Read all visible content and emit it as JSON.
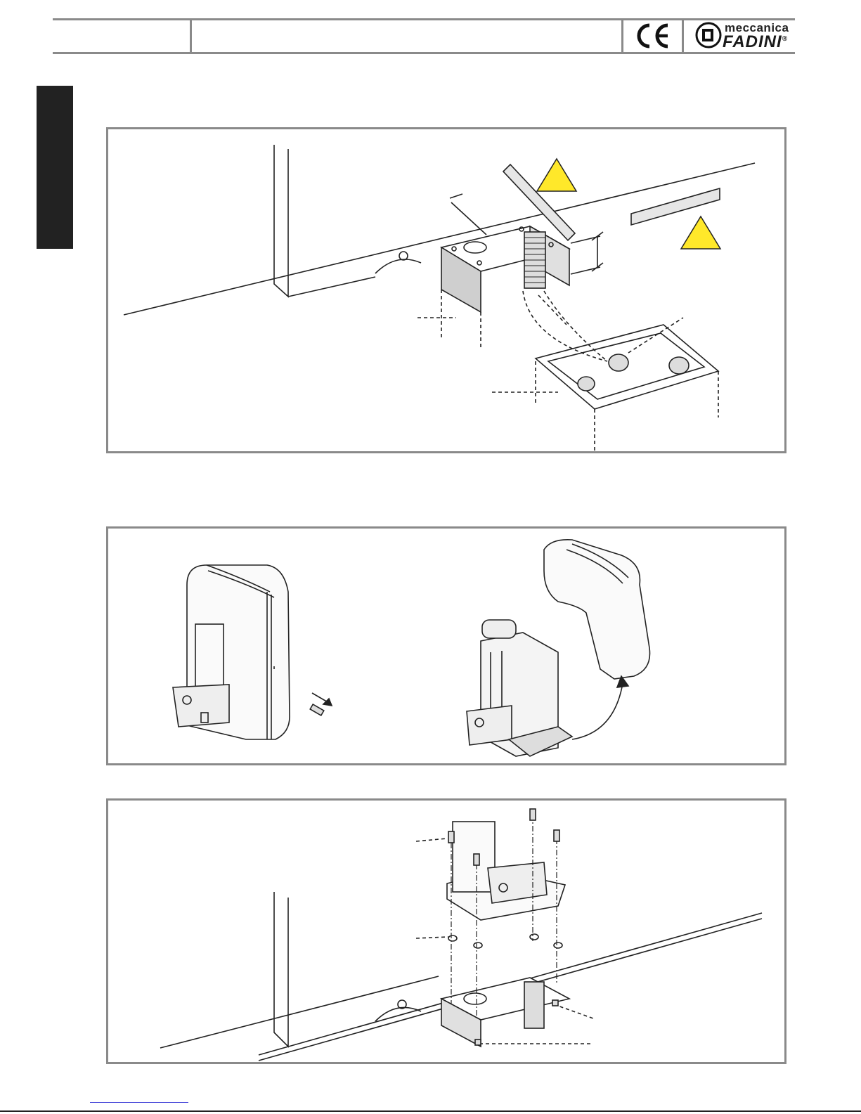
{
  "header": {
    "ce_mark": "CE",
    "brand_top": "meccanica",
    "brand_main": "FADINI",
    "registered": "®"
  },
  "colors": {
    "frame": "#8a8a8a",
    "warning": "#ffe82a",
    "side_tab": "#222222"
  },
  "figures": [
    {
      "id": "base-plate-leveling",
      "icons": [
        "warning-triangle-icon",
        "warning-triangle-icon",
        "spirit-level-icon",
        "spirit-level-icon"
      ]
    },
    {
      "id": "cover-removal",
      "icons": [
        "screw-icon",
        "arrow-icon"
      ]
    },
    {
      "id": "operator-fixing",
      "icons": [
        "screw-icon",
        "washer-icon",
        "nut-icon"
      ]
    }
  ]
}
